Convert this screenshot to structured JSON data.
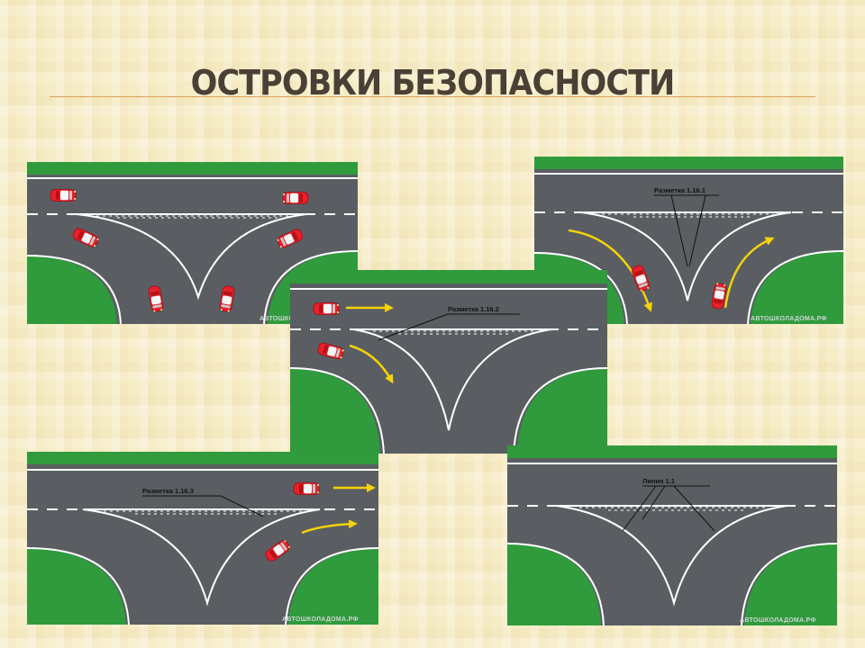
{
  "slide": {
    "title": "ОСТРОВКИ БЕЗОПАСНОСТИ"
  },
  "panels": [
    {
      "id": "panel-a",
      "callout": "",
      "watermark": "АВТОШКОЛАДОМА.РФ"
    },
    {
      "id": "panel-b",
      "callout": "Разметка 1.16.1",
      "watermark": "АВТОШКОЛАДОМА.РФ"
    },
    {
      "id": "panel-c",
      "callout": "Разметка 1.16.2",
      "watermark": ""
    },
    {
      "id": "panel-d",
      "callout": "Разметка 1.16.3",
      "watermark": "АВТОШКОЛАДОМА.РФ"
    },
    {
      "id": "panel-e",
      "callout": "Линия 1.1",
      "watermark": "АВТОШКОЛАДОМА.РФ"
    }
  ],
  "colors": {
    "asphalt": "#5a5e62",
    "grass": "#2f9b3c",
    "marking": "#ffffff",
    "car": "#e8202a",
    "arrow": "#f5d20a"
  }
}
